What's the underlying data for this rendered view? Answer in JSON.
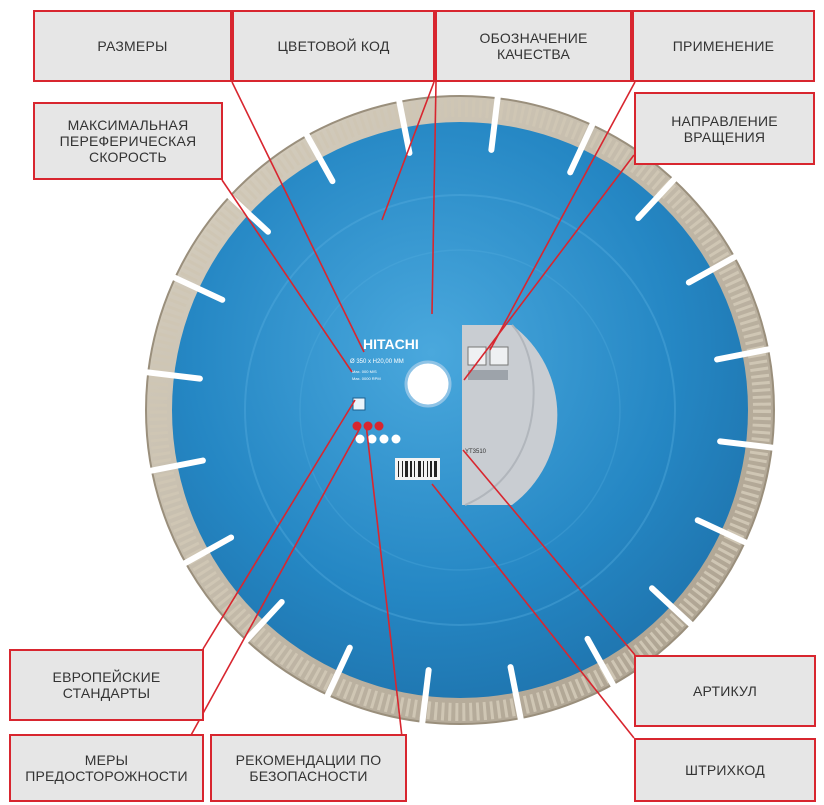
{
  "brand": "HITACHI",
  "disc": {
    "dimensions_text": "Ø 350 x H20,00 MM",
    "speed_line1": "Max. 000 M/S",
    "speed_line2": "Max. 0000 RPM",
    "article_text": "YT3510"
  },
  "colors": {
    "accent": "#d8262f",
    "label_bg": "#e6e6e6",
    "disc": "#2b8ec9"
  },
  "callouts": [
    {
      "id": "razmery",
      "text": "РАЗМЕРЫ"
    },
    {
      "id": "color-code",
      "text": "ЦВЕТОВОЙ КОД"
    },
    {
      "id": "quality",
      "text": "ОБОЗНАЧЕНИЕ\nКАЧЕСТВА"
    },
    {
      "id": "application",
      "text": "ПРИМЕНЕНИЕ"
    },
    {
      "id": "max-speed",
      "text": "МАКСИМАЛЬНАЯ\nПЕРЕФЕРИЧЕСКАЯ\nСКОРОСТЬ"
    },
    {
      "id": "rotation",
      "text": "НАПРАВЛЕНИЕ\nВРАЩЕНИЯ"
    },
    {
      "id": "eu-standards",
      "text": "ЕВРОПЕЙСКИЕ\nСТАНДАРТЫ"
    },
    {
      "id": "article",
      "text": "АРТИКУЛ"
    },
    {
      "id": "precautions",
      "text": "МЕРЫ\nПРЕДОСТОРОЖНОСТИ"
    },
    {
      "id": "safety-recs",
      "text": "РЕКОМЕНДАЦИИ ПО\nБЕЗОПАСНОСТИ"
    },
    {
      "id": "barcode",
      "text": "ШТРИХКОД"
    }
  ]
}
